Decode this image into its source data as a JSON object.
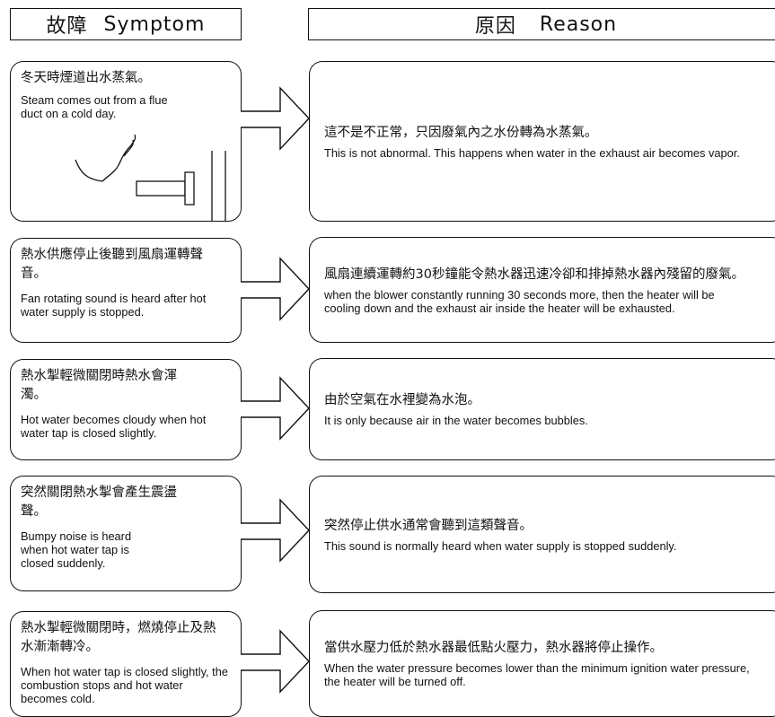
{
  "headers": {
    "symptom_zh": "故障",
    "symptom_en": "Symptom",
    "reason_zh": "原因",
    "reason_en": "Reason"
  },
  "rows": [
    {
      "symptom_zh": "冬天時煙道出水蒸氣。",
      "symptom_en": "Steam comes out from a flue duct on a cold day.",
      "reason_zh": "這不是不正常，只因廢氣內之水份轉為水蒸氣。",
      "reason_en": "This is not abnormal. This happens when water in the exhaust air becomes vapor."
    },
    {
      "symptom_zh": "熱水供應停止後聽到風扇運轉聲音。",
      "symptom_en": "Fan rotating sound is heard after hot water supply is stopped.",
      "reason_zh": "風扇連續運轉約30秒鐘能令熱水器迅速冷卻和排掉熱水器內殘留的廢氣。",
      "reason_en": "when the blower constantly running 30 seconds more, then the heater will be cooling down and the exhaust air inside the heater will be exhausted."
    },
    {
      "symptom_zh": "熱水掣輕微關閉時熱水會渾濁。",
      "symptom_en": "Hot water becomes cloudy when hot water tap is closed slightly.",
      "reason_zh": "由於空氣在水裡變為水泡。",
      "reason_en": "It is only because air in the water becomes bubbles."
    },
    {
      "symptom_zh": "突然關閉熱水掣會產生震盪聲。",
      "symptom_en": "Bumpy noise is heard when hot water tap is closed suddenly.",
      "reason_zh": "突然停止供水通常會聽到這類聲音。",
      "reason_en": "This sound is normally heard when water supply is stopped suddenly."
    },
    {
      "symptom_zh": "熱水掣輕微關閉時，燃燒停止及熱水漸漸轉冷。",
      "symptom_en": "When hot water tap is closed slightly, the combustion stops and hot water becomes cold.",
      "reason_zh": "當供水壓力低於熱水器最低點火壓力，熱水器將停止操作。",
      "reason_en": "When the water pressure becomes lower than the minimum ignition water pressure, the heater will be turned off."
    }
  ]
}
